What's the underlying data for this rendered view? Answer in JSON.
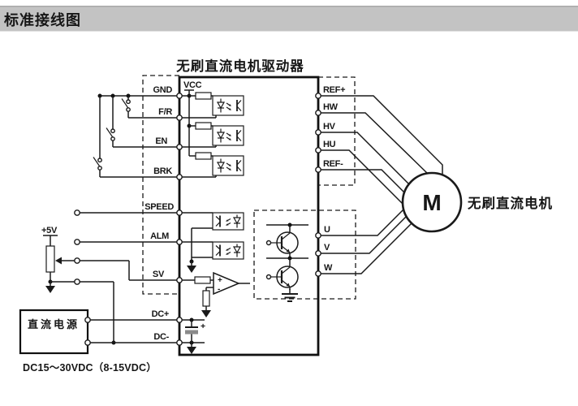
{
  "page": {
    "title": "标准接线图"
  },
  "driver": {
    "title": "无刷直流电机驱动器",
    "vcc": "VCC",
    "left_terminals": [
      "GND",
      "F/R",
      "EN",
      "BRK",
      "SPEED",
      "ALM",
      "SV",
      "DC+",
      "DC-"
    ],
    "right_terminals": [
      "REF+",
      "HW",
      "HV",
      "HU",
      "REF-"
    ],
    "phase_terminals": [
      "U",
      "V",
      "W"
    ]
  },
  "motor": {
    "symbol": "M",
    "label": "无刷直流电机"
  },
  "power": {
    "label": "直流电源",
    "rating": "DC15～30VDC（8-15VDC）",
    "vref": "+5V"
  },
  "symbols": {
    "cap_plus": "+",
    "opamp_plus": "+",
    "opamp_minus": "-"
  },
  "colors": {
    "line": "#1a1a1a",
    "titlebar_bg": "#c3c3c3",
    "background": "#ffffff"
  }
}
